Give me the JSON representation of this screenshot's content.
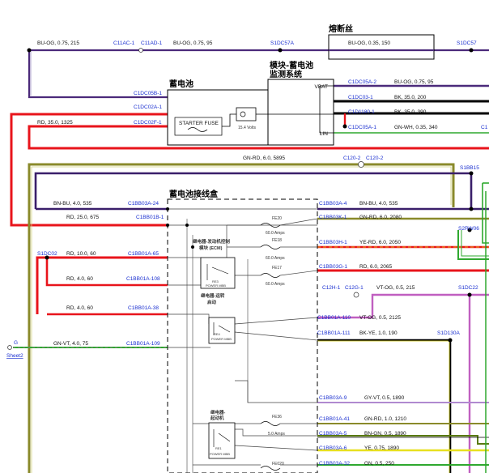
{
  "titles": {
    "fuse_wire": "熔断丝",
    "battery": "蓄电池",
    "battery_monitor": "模块-蓄电池\n监测系统",
    "junction_box": "蓄电池接线盒",
    "relay_ecm": "继电器-发动机控制\n模块 (ECM)",
    "relay_ign": "继电器-运转\n启动",
    "relay_starter": "继电器-\n起动机"
  },
  "connectors": {
    "c11ac1": "C11AC-1",
    "c11ad1": "C11AD-1",
    "s1dc57a": "S1DC57A",
    "s1dc57b": "S1DC57",
    "c1dc05b1": "C1DC05B-1",
    "c1dc02a1": "C1DC02A-1",
    "c1dc02f1": "C1DC02F-1",
    "c1dc05a2": "C1DC05A-2",
    "c1dc03_1": "C1DC03-1",
    "c1d1180_1": "C1D1180-1",
    "c1dc05a1": "C1DC05A-1",
    "c120_2": "C120-2",
    "c120_2b": "C120-2",
    "s1bb15": "S1BB15",
    "c1bb03a24": "C1BB03A-24",
    "c1bb01b1": "C1BB01B-1",
    "c1bb03a4": "C1BB03A-4",
    "c1bb03k1": "C1BB03K-1",
    "s2rw06": "S2RW06",
    "s1dc02": "S1DC02",
    "c1bb01a65": "C1BB01A-65",
    "c1bb03h1": "C1BB03H-1",
    "c1bb01a108": "C1BB01A-108",
    "c1bb03g1": "C1BB03G-1",
    "c12h1": "C12H-1",
    "c12g1": "C12G-1",
    "s1dc22": "S1DC22",
    "c1bb01a38": "C1BB01A-38",
    "c1bb01a110": "C1BB01A-110",
    "c1bb01a111": "C1BB01A-111",
    "s1d130a": "S1D130A",
    "c1bb01a109": "C1BB01A-109",
    "c1bb03a9": "C1BB03A-9",
    "c1bb01a41": "C1BB01A-41",
    "c1bb03a5": "C1BB03A-5",
    "c1bb03a6": "C1BB03A-6",
    "c1bb03a32": "C1BB03A-32",
    "c11_cut": "C1"
  },
  "wires": {
    "w_top_left": "BU-OG, 0.75, 215",
    "w_top_mid": "BU-OG, 0.75, 95",
    "w_top_fuse": "BU-OG, 0.35, 150",
    "w_rd35": "RD, 35.0, 1325",
    "w_vbat": "BU-OG, 0.75, 95",
    "w_bk35_200": "BK, 35.0, 200",
    "w_bk35_390": "BK, 35.0, 390",
    "w_gnwh": "GN-WH, 0.35, 340",
    "w_gnrd6": "GN-RD, 6.0, 5895",
    "w_bnbu_l": "BN-BU, 4.0, 535",
    "w_rd25": "RD, 25.0, 675",
    "w_bnbu_r": "BN-BU, 4.0, 535",
    "w_gnrd6_2080": "GN-RD, 6.0, 2080",
    "w_rd10": "RD, 10.0, 60",
    "w_yerd": "YE-RD, 6.0, 2050",
    "w_rd4_a": "RD, 4.0, 60",
    "w_rd6_2065": "RD, 6.0, 2065",
    "w_vtog_215": "VT-OG, 0.5, 215",
    "w_rd4_b": "RD, 4.0, 60",
    "w_vtog_2125": "VT-OG, 0.5, 2125",
    "w_bkye": "BK-YE, 1.0, 190",
    "w_gnvt": "GN-VT, 4.0, 75",
    "w_gyvt": "GY-VT, 0.5, 1890",
    "w_gnrd1": "GN-RD, 1.0, 1210",
    "w_bngn": "BN-GN, 0.5, 1890",
    "w_ye": "YE, 0.75, 1890",
    "w_gn": "GN, 0.5, 250"
  },
  "components": {
    "starter_fuse": "STARTER FUSE",
    "fuse_rating": "15.4 Volts",
    "vbat": "VBAT",
    "lin": "LIN",
    "fe20": "FE20",
    "fe20_amp": "60.0 Amps",
    "fe18": "FE18",
    "fe18_amp": "60.0 Amps",
    "fe17": "FE17",
    "fe17_amp": "60.0 Amps",
    "fe36": "FE36",
    "fe36_amp": "5.0 Amps",
    "fe020": "FE020",
    "re3": "RE3",
    "re3_sub": "POWER MBB",
    "re4": "RE4",
    "re4_sub": "POWER MBB",
    "re1": "RE1",
    "re1_sub": "POWER MBB"
  },
  "sheet_ref": {
    "letter": "G",
    "sheet": "Sheet2"
  },
  "colors": {
    "purple": "#4b2a7a",
    "red": "#e8141b",
    "olive": "#8a8a2a",
    "black": "#000000",
    "green": "#2fa82f",
    "violet": "#c05fc0",
    "yellow": "#e8e020",
    "blue_conn": "#1a2fd0"
  }
}
